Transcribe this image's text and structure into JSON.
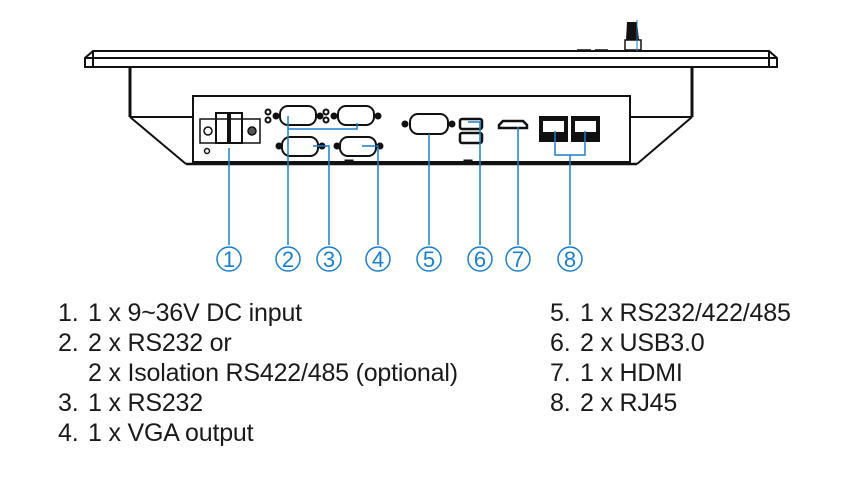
{
  "diagram": {
    "subject": "Panel PC bottom I/O view",
    "line_color": "#1a7fc8",
    "outline_color": "#111111",
    "callouts": [
      "1",
      "2",
      "3",
      "4",
      "5",
      "6",
      "7",
      "8"
    ]
  },
  "legend": {
    "left": [
      {
        "num": "1.",
        "text": "1 x 9~36V DC input"
      },
      {
        "num": "2.",
        "text": "2 x RS232 or"
      },
      {
        "num": "",
        "text": "2 x Isolation RS422/485 (optional)"
      },
      {
        "num": "3.",
        "text": "1 x RS232"
      },
      {
        "num": "4.",
        "text": "1 x VGA output"
      }
    ],
    "right": [
      {
        "num": "5.",
        "text": "1 x RS232/422/485"
      },
      {
        "num": "6.",
        "text": "2 x USB3.0"
      },
      {
        "num": "7.",
        "text": "1 x HDMI"
      },
      {
        "num": "8.",
        "text": "2 x RJ45"
      }
    ]
  }
}
